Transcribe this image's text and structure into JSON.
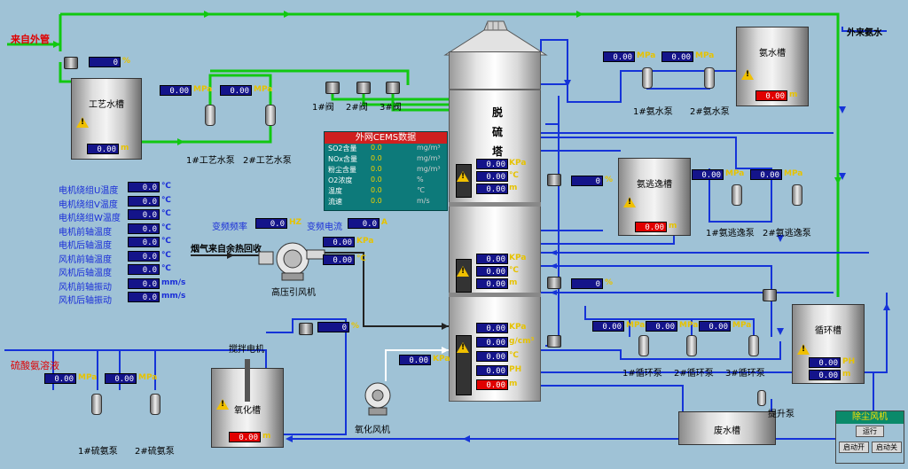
{
  "tower": {
    "label": "脱硫塔",
    "chars": [
      "脱",
      "硫",
      "塔"
    ]
  },
  "sources": {
    "outside": "来自外管",
    "ammonia_outside": "外来氨水",
    "flue_gas": "烟气来自余热回收",
    "sulfuric": "硫酸氨溶液"
  },
  "tanks": {
    "process_water": {
      "label": "工艺水槽",
      "level": "0.00",
      "level_unit": "m"
    },
    "ammonia_water": {
      "label": "氨水槽",
      "level": "0.00",
      "level_unit": "m"
    },
    "ammonia_escape": {
      "label": "氨逃逸槽",
      "level": "0.00",
      "level_unit": "m"
    },
    "circulation": {
      "label": "循环槽",
      "ph": "0.00",
      "ph_unit": "PH",
      "level": "0.00",
      "level_unit": "m"
    },
    "oxidation": {
      "label": "氧化槽",
      "level": "0.00",
      "level_unit": "m"
    },
    "waste_water": {
      "label": "废水槽"
    }
  },
  "cems": {
    "title": "外网CEMS数据",
    "rows": [
      {
        "name": "SO2含量",
        "value": "0.0",
        "unit": "mg/m³"
      },
      {
        "name": "NOx含量",
        "value": "0.0",
        "unit": "mg/m³"
      },
      {
        "name": "粉尘含量",
        "value": "0.0",
        "unit": "mg/m³"
      },
      {
        "name": "O2浓度",
        "value": "0.0",
        "unit": "%"
      },
      {
        "name": "温度",
        "value": "0.0",
        "unit": "℃"
      },
      {
        "name": "流速",
        "value": "0.0",
        "unit": "m/s"
      }
    ]
  },
  "tower_readings": {
    "top": [
      {
        "v": "0.00",
        "u": "KPa"
      },
      {
        "v": "0.00",
        "u": "℃"
      },
      {
        "v": "0.00",
        "u": "m"
      }
    ],
    "mid": [
      {
        "v": "0.00",
        "u": "KPa"
      },
      {
        "v": "0.00",
        "u": "℃"
      },
      {
        "v": "0.00",
        "u": "m"
      }
    ],
    "bottom": [
      {
        "v": "0.00",
        "u": "KPa"
      },
      {
        "v": "0.00",
        "u": "g/cm³"
      },
      {
        "v": "0.00",
        "u": "℃"
      },
      {
        "v": "0.00",
        "u": "PH"
      },
      {
        "v": "0.00",
        "u": "m"
      }
    ]
  },
  "valves": {
    "v1": "1#阀",
    "v2": "2#阀",
    "v3": "3#阀",
    "inlet_pct": "0",
    "pct_unit": "%",
    "esc_pct": "0",
    "mid_pct": "0",
    "ox_pct": "0"
  },
  "pumps": {
    "process1": "1#工艺水泵",
    "process2": "2#工艺水泵",
    "ammonia1": "1#氨水泵",
    "ammonia2": "2#氨水泵",
    "escape1": "1#氨逃逸泵",
    "escape2": "2#氨逃逸泵",
    "circ1": "1#循环泵",
    "circ2": "2#循环泵",
    "circ3": "3#循环泵",
    "sulf1": "1#硫氨泵",
    "sulf2": "2#硫氨泵",
    "lift": "提升泵"
  },
  "pump_readings": {
    "process": [
      {
        "v": "0.00",
        "u": "MPa"
      },
      {
        "v": "0.00",
        "u": "MPa"
      }
    ],
    "ammonia": [
      {
        "v": "0.00",
        "u": "MPa"
      },
      {
        "v": "0.00",
        "u": "MPa"
      }
    ],
    "escape": [
      {
        "v": "0.00",
        "u": "MPa"
      },
      {
        "v": "0.00",
        "u": "MPa"
      }
    ],
    "circ": [
      {
        "v": "0.00",
        "u": "MPa"
      },
      {
        "v": "0.00",
        "u": "MPa"
      },
      {
        "v": "0.00",
        "u": "MPa"
      }
    ],
    "sulf": [
      {
        "v": "0.00",
        "u": "MPa"
      },
      {
        "v": "0.00",
        "u": "MPa"
      }
    ]
  },
  "motor": {
    "rows": [
      {
        "name": "电机绕组U温度",
        "value": "0.0",
        "unit": "℃"
      },
      {
        "name": "电机绕组V温度",
        "value": "0.0",
        "unit": "℃"
      },
      {
        "name": "电机绕组W温度",
        "value": "0.0",
        "unit": "℃"
      },
      {
        "name": "电机前轴温度",
        "value": "0.0",
        "unit": "℃"
      },
      {
        "name": "电机后轴温度",
        "value": "0.0",
        "unit": "℃"
      },
      {
        "name": "风机前轴温度",
        "value": "0.0",
        "unit": "℃"
      },
      {
        "name": "风机后轴温度",
        "value": "0.0",
        "unit": "℃"
      },
      {
        "name": "风机前轴振动",
        "value": "0.0",
        "unit": "mm/s"
      },
      {
        "name": "风机后轴振动",
        "value": "0.0",
        "unit": "mm/s"
      }
    ]
  },
  "vfd": {
    "freq_label": "变频频率",
    "freq": "0.0",
    "freq_unit": "HZ",
    "cur_label": "变频电流",
    "cur": "0.0",
    "cur_unit": "A"
  },
  "fan": {
    "label": "高压引风机",
    "press": "0.00",
    "press_unit": "KPa",
    "temp": "0.00",
    "temp_unit": "℃"
  },
  "oxfan": {
    "label": "氧化风机",
    "press": "0.00",
    "press_unit": "KPa"
  },
  "stirrer": "搅拌电机",
  "dust_fan": {
    "title": "除尘风机",
    "status": "运行",
    "start": "启动开",
    "stop": "启动关"
  },
  "colors": {
    "green_pipe": "#11c811",
    "blue_pipe": "#1533d8",
    "dark_pipe": "#222222",
    "white_pipe": "#ffffff"
  }
}
